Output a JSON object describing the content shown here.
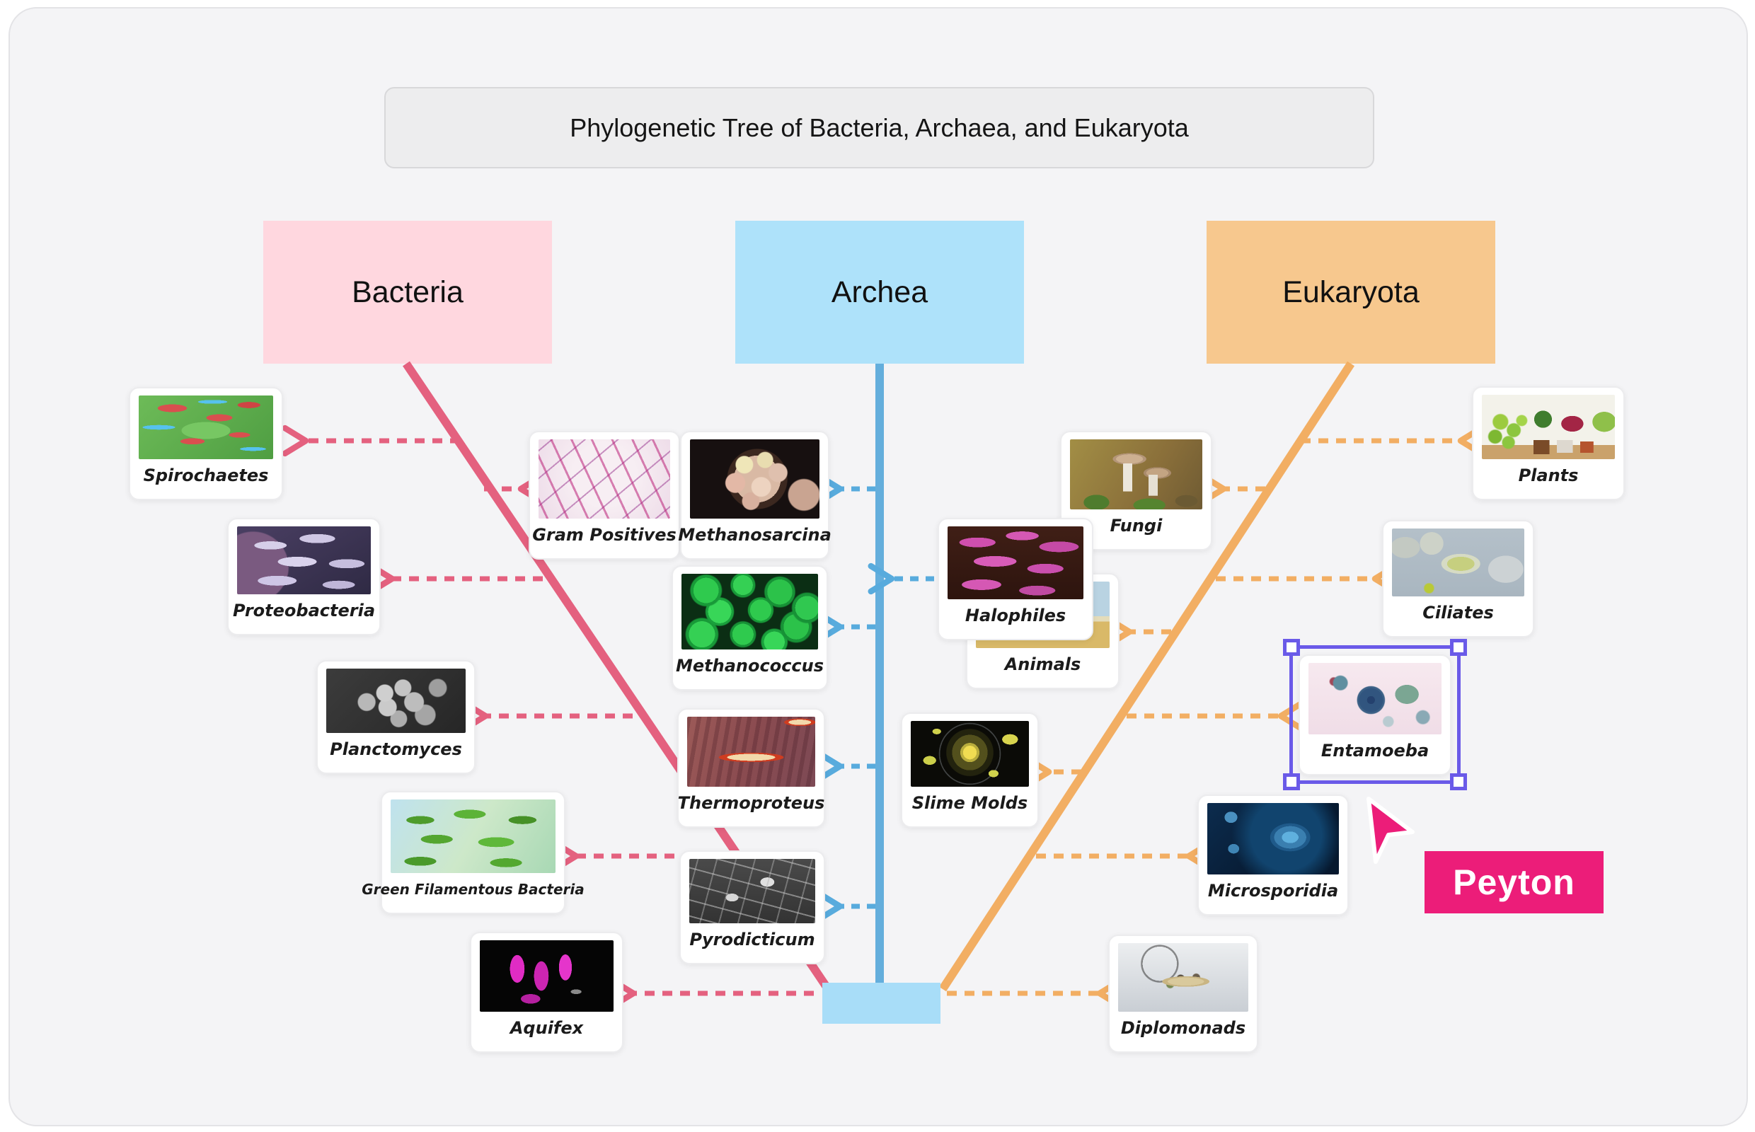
{
  "canvas": {
    "title": "Phylogenetic Tree of Bacteria, Archaea, and Eukaryota"
  },
  "domains": {
    "bacteria": {
      "label": "Bacteria",
      "fill": "#FFD7DF",
      "line_color": "#E4617F"
    },
    "archea": {
      "label": "Archea",
      "fill": "#AEE2FA",
      "line_color": "#64AEDC"
    },
    "eukaryota": {
      "label": "Eukaryota",
      "fill": "#F7C88E",
      "line_color": "#F2AE63"
    }
  },
  "cards": {
    "spirochaetes": {
      "label": "Spirochaetes"
    },
    "gram_positives": {
      "label": "Gram Positives"
    },
    "methanosarcina": {
      "label": "Methanosarcina"
    },
    "fungi": {
      "label": "Fungi"
    },
    "plants": {
      "label": "Plants"
    },
    "proteobacteria": {
      "label": "Proteobacteria"
    },
    "halophiles": {
      "label": "Halophiles"
    },
    "ciliates": {
      "label": "Ciliates"
    },
    "animals": {
      "label": "Animals"
    },
    "methanococcus": {
      "label": "Methanococcus"
    },
    "planctomyces": {
      "label": "Planctomyces"
    },
    "entamoeba": {
      "label": "Entamoeba"
    },
    "thermoproteus": {
      "label": "Thermoproteus"
    },
    "slime_molds": {
      "label": "Slime Molds"
    },
    "green_filamentous": {
      "label": "Green Filamentous Bacteria"
    },
    "microsporidia": {
      "label": "Microsporidia"
    },
    "pyrodicticum": {
      "label": "Pyrodicticum"
    },
    "aquifex": {
      "label": "Aquifex"
    },
    "diplomonads": {
      "label": "Diplomonads"
    }
  },
  "selection": {
    "target": "Entamoeba",
    "color": "#6A5AE8"
  },
  "presence": {
    "user_label": "Peyton",
    "color": "#EC1D79"
  }
}
